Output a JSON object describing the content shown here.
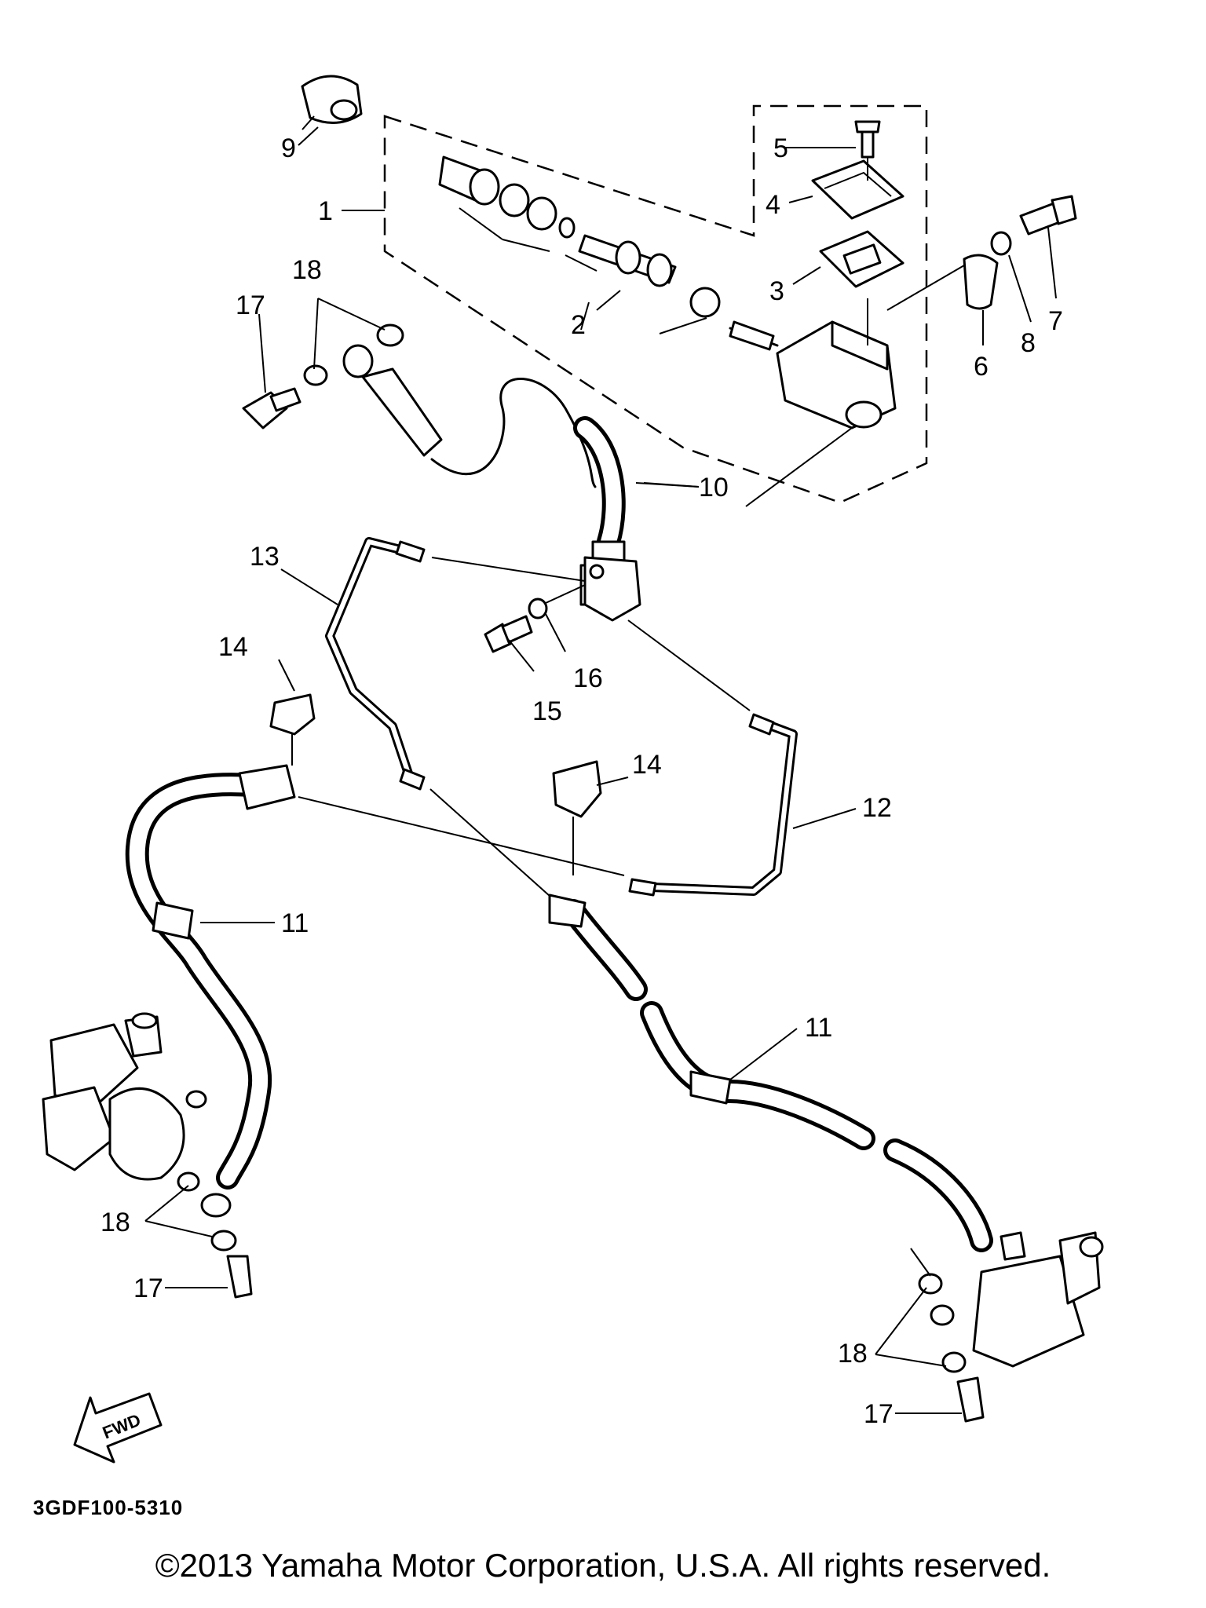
{
  "callouts": {
    "c1": "1",
    "c2": "2",
    "c3": "3",
    "c4": "4",
    "c5": "5",
    "c6": "6",
    "c7": "7",
    "c8": "8",
    "c9": "9",
    "c10": "10",
    "c11a": "11",
    "c11b": "11",
    "c12": "12",
    "c13": "13",
    "c14a": "14",
    "c14b": "14",
    "c15": "15",
    "c16": "16",
    "c17a": "17",
    "c17b": "17",
    "c17c": "17",
    "c18a": "18",
    "c18b": "18",
    "c18c": "18"
  },
  "fwd_label": "FWD",
  "diagram_code": "3GDF100-5310",
  "copyright": "©2013 Yamaha Motor Corporation, U.S.A. All rights reserved.",
  "colors": {
    "ink": "#000000",
    "paper": "#ffffff"
  }
}
